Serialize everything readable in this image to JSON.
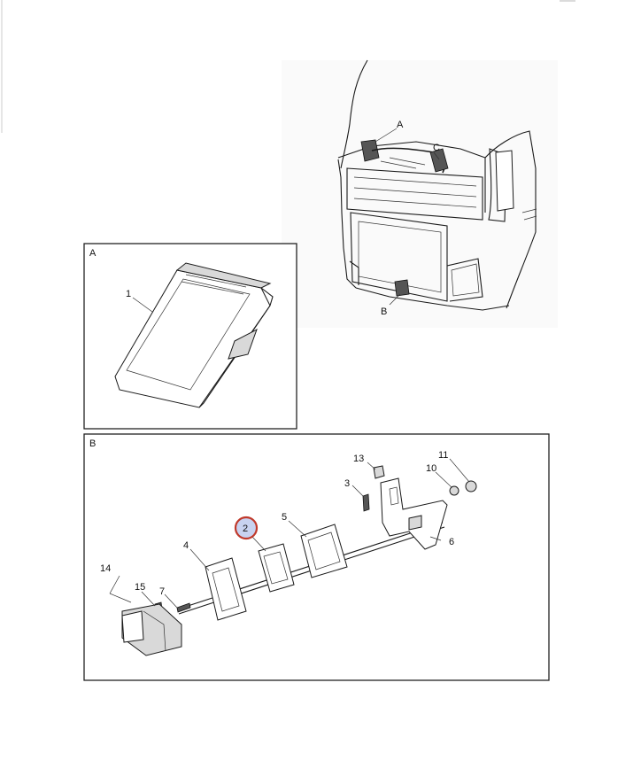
{
  "views": {
    "overview": {
      "callouts": [
        "A",
        "C",
        "B"
      ]
    },
    "detail_a": {
      "frame_label": "A",
      "callouts": [
        "1"
      ]
    },
    "detail_b": {
      "frame_label": "B",
      "callouts": [
        "13",
        "11",
        "3",
        "10",
        "2",
        "5",
        "6",
        "4",
        "14",
        "15",
        "7"
      ],
      "highlighted_callout": "2",
      "highlight_color": "#c0392b"
    }
  }
}
